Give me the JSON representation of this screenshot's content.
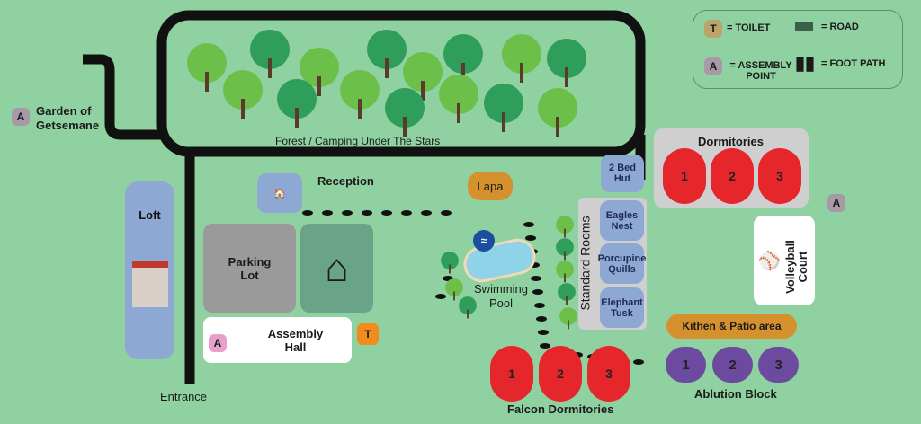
{
  "colors": {
    "background": "#8fd1a0",
    "road": "#111111",
    "dormitory": "#e5262b",
    "ablution": "#6c4a9f",
    "room": "#8ea8d4",
    "orange": "#d5912e",
    "toilet": "#f08c1e",
    "assembly": "#e7a0c8"
  },
  "legend": {
    "toilet_letter": "T",
    "toilet": "= TOILET",
    "road": "= ROAD",
    "assembly_letter": "A",
    "assembly": "= ASSEMBLY POINT",
    "footpath": "= FOOT PATH"
  },
  "places": {
    "garden": "Garden of Getsemane",
    "garden_badge": "A",
    "forest": "Forest / Camping Under The Stars",
    "reception": "Reception",
    "lapa": "Lapa",
    "loft": "Loft",
    "parking": "Parking Lot",
    "assembly_hall": "Assembly Hall",
    "assembly_badge": "A",
    "toilet_badge": "T",
    "entrance": "Entrance",
    "pool": "Swimming Pool",
    "two_bed_hut": "2 Bed Hut",
    "standard_rooms": "Standard Rooms",
    "rooms": [
      "Eagles Nest",
      "Porcupine Quills",
      "Elephant Tusk"
    ],
    "dormitories": "Dormitories",
    "dorm_numbers": [
      "1",
      "2",
      "3"
    ],
    "right_badge": "A",
    "volleyball": "Volleyball Court",
    "kitchen": "Kithen & Patio area",
    "ablution": "Ablution Block",
    "ablution_numbers": [
      "1",
      "2",
      "3"
    ],
    "falcon": "Falcon Dormitories",
    "falcon_numbers": [
      "1",
      "2",
      "3"
    ]
  }
}
